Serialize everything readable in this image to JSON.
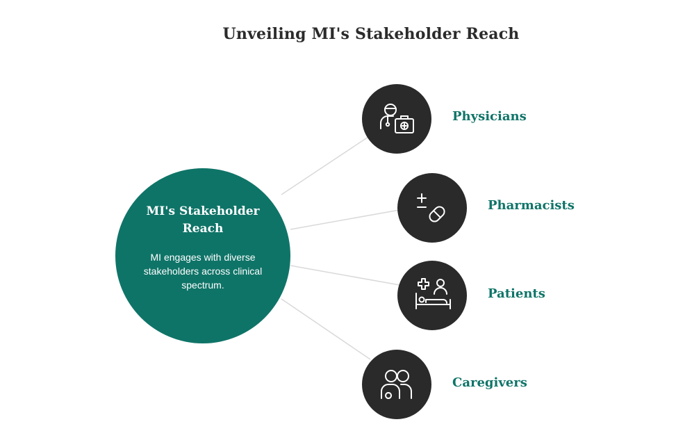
{
  "title": "Unveiling MI's Stakeholder Reach",
  "hub": {
    "title": "MI's Stakeholder Reach",
    "description": "MI engages with diverse stakeholders across clinical spectrum."
  },
  "stakeholders": [
    {
      "label": "Physicians",
      "icon": "physician-medkit-icon"
    },
    {
      "label": "Pharmacists",
      "icon": "pill-plus-minus-icon"
    },
    {
      "label": "Patients",
      "icon": "patient-bed-icon"
    },
    {
      "label": "Caregivers",
      "icon": "caregivers-people-icon"
    }
  ],
  "colors": {
    "hub": "#0f7468",
    "node": "#2a2a2a",
    "label": "#0f7468",
    "title": "#2b2b2b",
    "connector": "#d9d9d9"
  }
}
